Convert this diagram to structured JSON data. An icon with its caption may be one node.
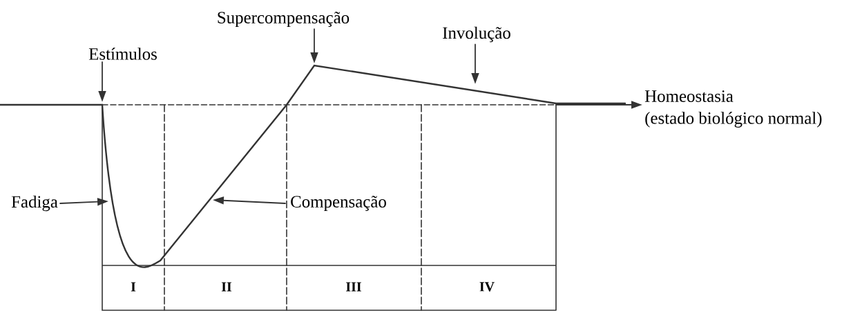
{
  "diagram": {
    "nodes": [
      {
        "text": [
          "Estímulos"
        ]
      },
      {
        "text": [
          "Supercompensação"
        ]
      },
      {
        "text": [
          "Involução"
        ]
      },
      {
        "text": [
          "Homeostasia",
          "(estado biológico normal)"
        ]
      },
      {
        "text": [
          "Compensação"
        ]
      },
      {
        "text": [
          "Fadiga"
        ]
      }
    ],
    "edges": [
      {
        "from": 0,
        "to": null,
        "arrow": "to"
      },
      {
        "from": 1,
        "to": null,
        "arrow": "to"
      },
      {
        "from": 2,
        "to": null,
        "arrow": "to"
      },
      {
        "from": null,
        "to": 3,
        "arrow": "to"
      },
      {
        "from": 4,
        "to": null,
        "arrow": "to"
      },
      {
        "from": 5,
        "to": null,
        "arrow": "to"
      }
    ],
    "labels": [
      "I",
      "II",
      "III",
      "IV"
    ]
  }
}
